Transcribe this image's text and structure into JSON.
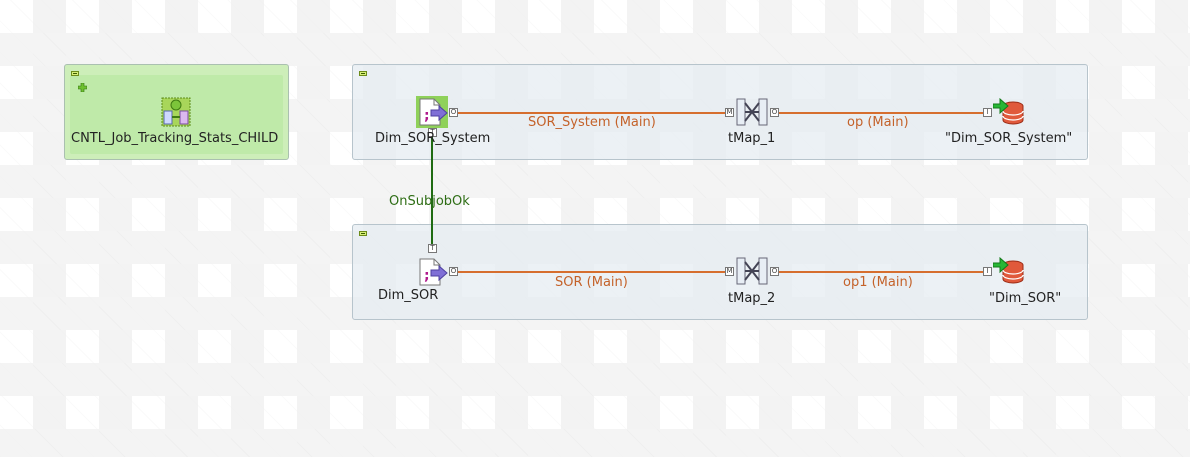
{
  "subjobs": {
    "cntl": {
      "component_label": "CNTL_Job_Tracking_Stats_CHILD"
    },
    "system": {
      "input_label": "Dim_SOR_System",
      "link1_label": "SOR_System (Main)",
      "map_label": "tMap_1",
      "link2_label": "op (Main)",
      "output_label": "\"Dim_SOR_System\""
    },
    "sor": {
      "input_label": "Dim_SOR",
      "link1_label": "SOR (Main)",
      "map_label": "tMap_2",
      "link2_label": "op1 (Main)",
      "output_label": "\"Dim_SOR\""
    }
  },
  "trigger": {
    "label": "OnSubjobOk"
  },
  "ports": {
    "output": "O",
    "map_in": "M",
    "map_out": "O",
    "out_in": "I",
    "trigger": "T"
  },
  "icons": {
    "cntl": "tRunJob-plus-icon",
    "input": "tFileInput-delimited-icon",
    "map": "tMap-icon",
    "output": "db-output-icon"
  },
  "colors": {
    "main_link": "#d66e2e",
    "trigger_link": "#1f6b12",
    "subjob_bg": "#e4ecf1",
    "cntl_bg": "#bfeaa9"
  }
}
